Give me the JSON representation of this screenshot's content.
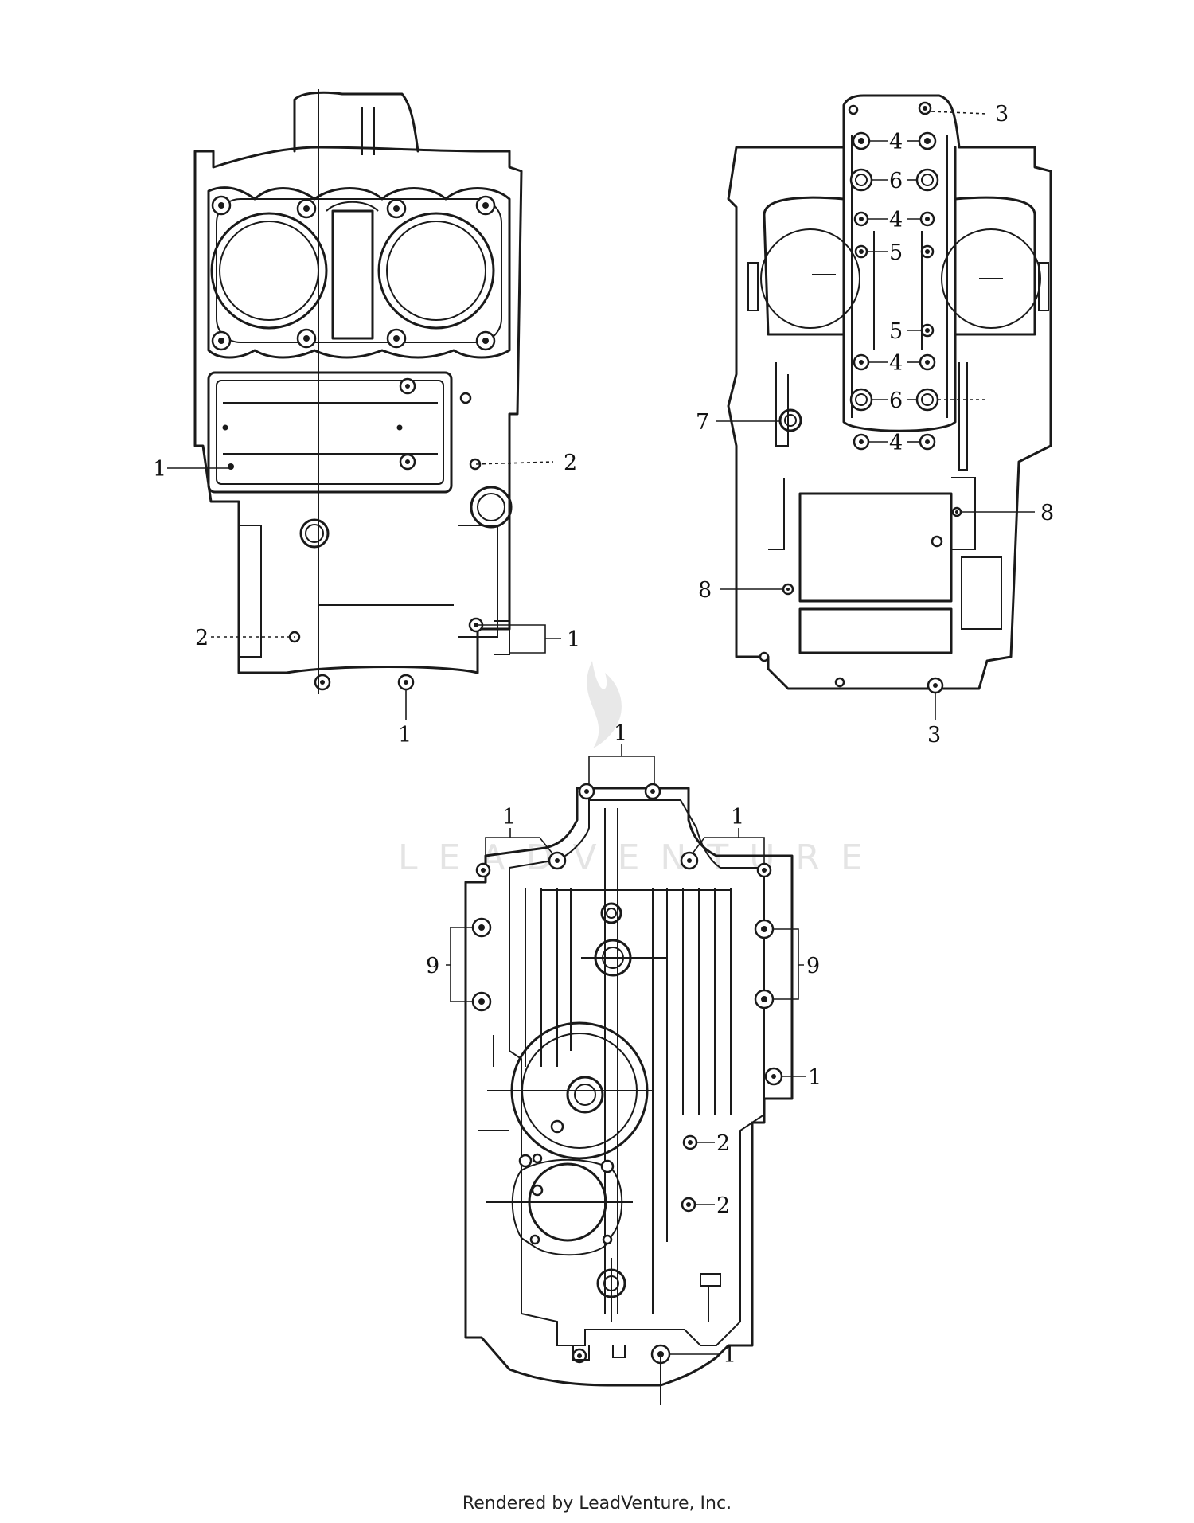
{
  "figure": {
    "callouts": {
      "c1": "1",
      "c2": "2",
      "c3": "3",
      "c4": "4",
      "c5": "5",
      "c6": "6",
      "c7": "7",
      "c8": "8",
      "c9": "9"
    },
    "watermark": "LEADVENTURE",
    "views": [
      {
        "name": "upper-crankcase-top"
      },
      {
        "name": "upper-crankcase-bottom"
      },
      {
        "name": "lower-crankcase"
      }
    ]
  },
  "footer": {
    "credit": "Rendered by LeadVenture, Inc."
  },
  "colors": {
    "ink": "#1a1a1a",
    "watermark": "#e2e2e2",
    "background": "#ffffff"
  }
}
